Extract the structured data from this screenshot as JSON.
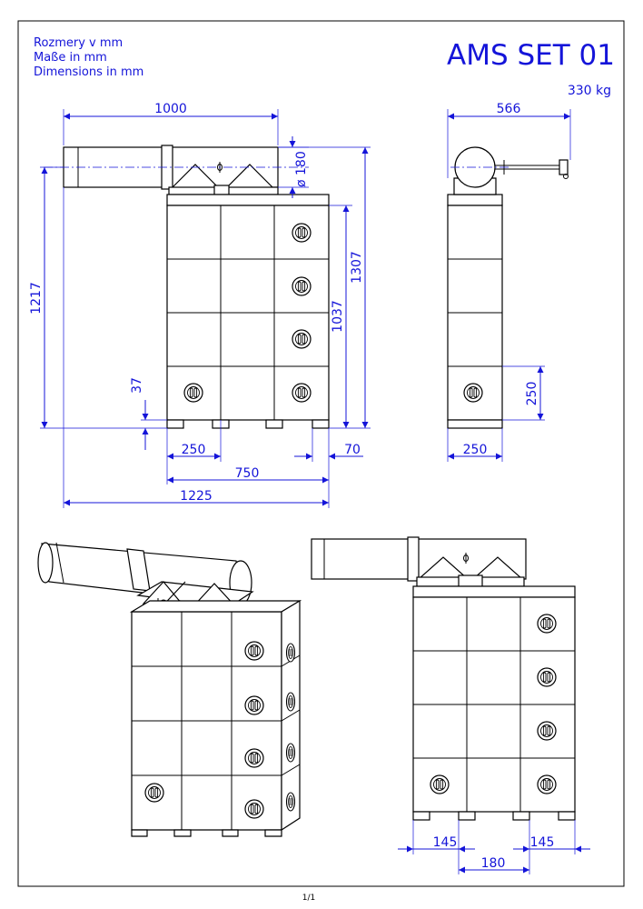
{
  "header": {
    "units_lines": [
      "Rozmery v mm",
      "Maße in mm",
      "Dimensions in mm"
    ],
    "title": "AMS SET 01",
    "weight": "330 kg"
  },
  "front_view": {
    "dims": {
      "pipe_length": "1000",
      "pipe_diameter": "ø 180",
      "total_height": "1217",
      "height_1307": "1307",
      "height_1037": "1037",
      "foot_37": "37",
      "module_250": "250",
      "offset_70": "70",
      "width_750": "750",
      "width_1225": "1225"
    }
  },
  "side_view": {
    "dims": {
      "depth_566": "566",
      "height_250": "250",
      "width_250": "250"
    }
  },
  "rear_view": {
    "dims": {
      "left_145": "145",
      "right_145": "145",
      "center_180": "180"
    }
  },
  "footer": {
    "page": "1/1"
  },
  "colors": {
    "dimension": "#1414d9",
    "line": "#000000"
  },
  "icons": [
    "handle-icon",
    "valve-icon",
    "arrowhead-icon"
  ]
}
